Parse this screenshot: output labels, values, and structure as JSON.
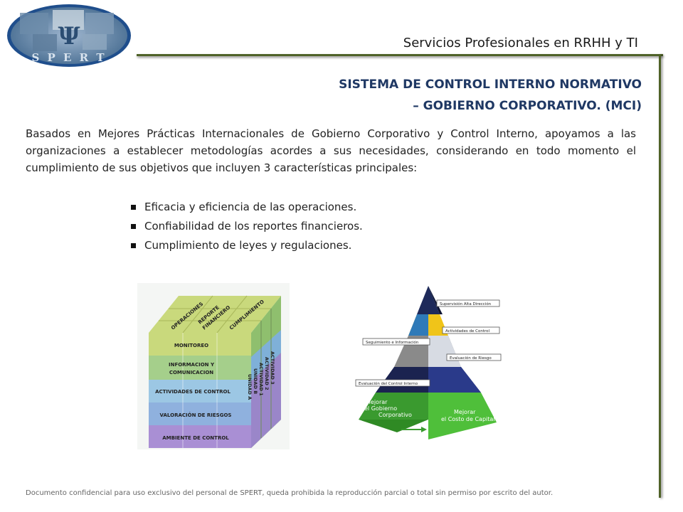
{
  "header": {
    "company_title": "Servicios Profesionales en RRHH y TI",
    "logo_text": "S P E R T"
  },
  "main": {
    "title_line1": "SISTEMA DE CONTROL INTERNO NORMATIVO",
    "title_line2": "– GOBIERNO CORPORATIVO. (MCI)",
    "intro": "Basados en Mejores Prácticas Internacionales de Gobierno Corporativo y Control Interno, apoyamos a las organizaciones a establecer metodologías acordes a sus necesidades, considerando en todo momento el cumplimiento de sus objetivos que incluyen 3 características principales:",
    "bullets": [
      "Eficacia y eficiencia de las operaciones.",
      "Confiabilidad de los reportes financieros.",
      "Cumplimiento de leyes y regulaciones."
    ]
  },
  "cube_diagram": {
    "top_labels": [
      "OPERACIONES",
      "REPORTE",
      "FINANCIERO",
      "CUMPLIMIENTO"
    ],
    "rows": [
      "MONITOREO",
      "INFORMACION Y",
      "COMUNICACION",
      "ACTIVIDADES DE CONTROL",
      "VALORACIÓN DE RIESGOS",
      "AMBIENTE DE CONTROL"
    ],
    "side_labels": [
      "ACTIVIDAD 2",
      "ACTIVIDAD 1",
      "UNIDAD B",
      "UNIDAD A",
      "ACTIVIDAD 3"
    ]
  },
  "pyramid_diagram": {
    "labels": [
      "Supervisión Alta Dirección",
      "Actividades de Control",
      "Seguimiento e Información",
      "Evaluación de Riesgo",
      "Evaluación del Control Interno"
    ],
    "base_left": [
      "Mejorar",
      "el Gobierno",
      "Corporativo"
    ],
    "base_right": [
      "Mejorar",
      "el Costo de Capital"
    ]
  },
  "footer": {
    "text": "Documento confidencial para uso exclusivo del personal de SPERT, queda prohibida la reproducción parcial o total sin permiso por escrito del autor."
  },
  "colors": {
    "frame": "#4f6228",
    "title": "#1f3864",
    "logo_ring": "#1f4e8c"
  }
}
